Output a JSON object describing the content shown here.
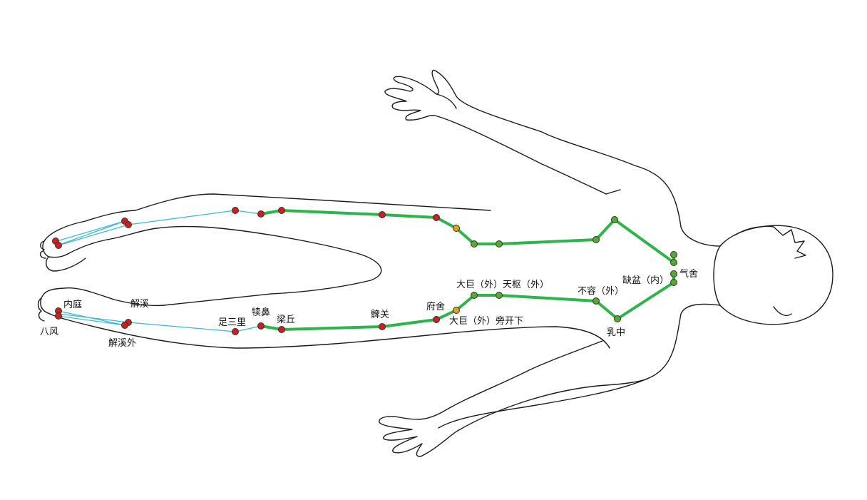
{
  "colors": {
    "outline": "#1a1a1a",
    "meridian_line": "#2db44a",
    "branch_line": "#3bb7d4",
    "point_leg": "#cc1f1f",
    "point_torso": "#5aa832",
    "point_transition": "#e0a020"
  },
  "labels": {
    "qishe": "气舍",
    "quepen_nei": "缺盆（内）",
    "burong_wai": "不容（外）",
    "dajv_wai_tianshu_wai": "大巨（外）天枢（外）",
    "fushe": "府舍",
    "dajv_wai_pangkaixia": "大巨（外）旁开下",
    "biguan": "髀关",
    "liangqiu": "梁丘",
    "dubi": "犊鼻",
    "zusanli": "足三里",
    "jiexi": "解溪",
    "jiexi_wai": "解溪外",
    "neiting": "内庭",
    "bafeng": "八风",
    "ruzhong": "乳中"
  }
}
